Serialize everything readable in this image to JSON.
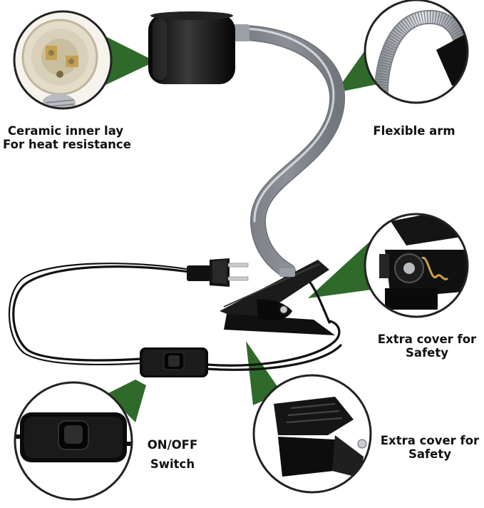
{
  "callouts": {
    "ceramic": {
      "line1": "Ceramic inner lay",
      "line2": "For heat resistance"
    },
    "arm": {
      "text": "Flexible arm"
    },
    "clip_top": {
      "line1": "Extra cover for",
      "line2": "Safety"
    },
    "switch": {
      "line1": "ON/OFF",
      "line2": "Switch"
    },
    "clip_bottom": {
      "line1": "Extra cover for",
      "line2": "Safety"
    }
  },
  "colors": {
    "callout_green": "#2f6a2b",
    "cord": "#111111",
    "metal": "#b9bec4",
    "ring": "#222222"
  },
  "icons": [
    "lamp-socket",
    "gooseneck-arm",
    "spring-clamp",
    "power-plug",
    "rocker-switch"
  ]
}
